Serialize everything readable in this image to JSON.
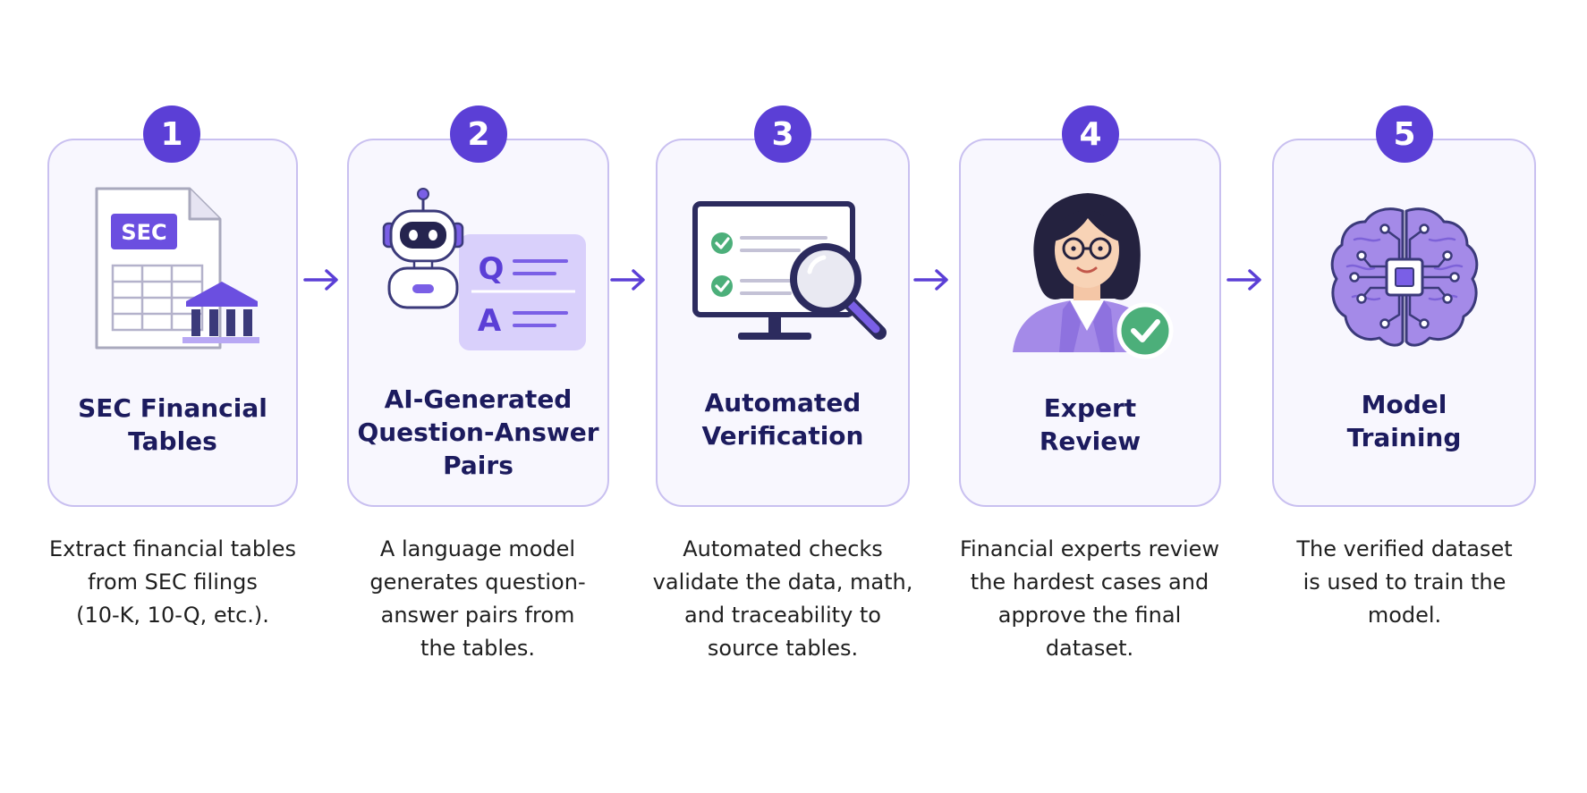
{
  "steps": [
    {
      "number": "1",
      "title": [
        "SEC Financial",
        "Tables"
      ],
      "description": [
        "Extract financial tables",
        "from SEC filings",
        "(10-K, 10-Q, etc.)."
      ],
      "icon": "sec-document-bank-icon",
      "icon_text": "SEC"
    },
    {
      "number": "2",
      "title": [
        "AI-Generated",
        "Question-Answer",
        "Pairs"
      ],
      "description": [
        "A language model",
        "generates question-",
        "answer pairs from",
        "the tables."
      ],
      "icon": "robot-qa-icon",
      "icon_text_q": "Q",
      "icon_text_a": "A"
    },
    {
      "number": "3",
      "title": [
        "Automated",
        "Verification"
      ],
      "description": [
        "Automated checks",
        "validate the data, math,",
        "and traceability to",
        "source tables."
      ],
      "icon": "monitor-checklist-magnifier-icon"
    },
    {
      "number": "4",
      "title": [
        "Expert",
        "Review"
      ],
      "description": [
        "Financial experts review",
        "the hardest cases and",
        "approve the final",
        "dataset."
      ],
      "icon": "expert-person-check-icon"
    },
    {
      "number": "5",
      "title": [
        "Model",
        "Training"
      ],
      "description": [
        "The verified dataset",
        "is used to train the",
        "model."
      ],
      "icon": "brain-chip-icon"
    }
  ],
  "colors": {
    "accent": "#5b3fd6",
    "card_border": "#c9c0f0",
    "card_fill": "#f8f7fe",
    "title_text": "#1c1b5e",
    "check_green": "#4caf7a",
    "icon_purple_light": "#b8a8f4"
  }
}
